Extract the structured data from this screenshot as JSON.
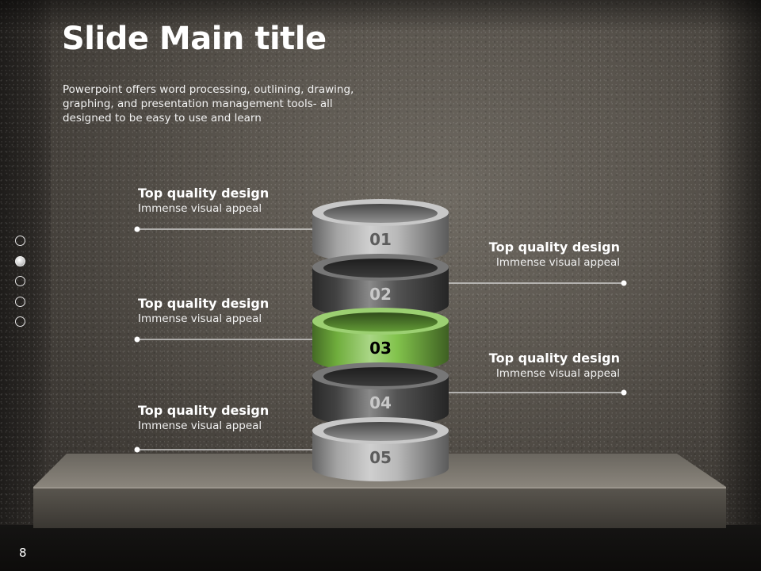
{
  "slide": {
    "title": "Slide Main title",
    "subtitle": "Powerpoint offers word processing, outlining, drawing, graphing, and presentation management tools- all designed to be easy to use and learn",
    "page_number": "8",
    "nav_dots": {
      "count": 5,
      "active_index": 1
    }
  },
  "items": [
    {
      "number": "01",
      "heading": "Top quality design",
      "text": "Immense visual appeal",
      "side": "left",
      "color": "#b5b5b5"
    },
    {
      "number": "02",
      "heading": "Top quality design",
      "text": "Immense visual appeal",
      "side": "right",
      "color": "#4a4a4a"
    },
    {
      "number": "03",
      "heading": "Top quality design",
      "text": "Immense visual appeal",
      "side": "left",
      "color": "#7bc043"
    },
    {
      "number": "04",
      "heading": "Top quality design",
      "text": "Immense visual appeal",
      "side": "right",
      "color": "#4a4a4a"
    },
    {
      "number": "05",
      "heading": "Top quality design",
      "text": "Immense visual appeal",
      "side": "left",
      "color": "#b5b5b5"
    }
  ]
}
